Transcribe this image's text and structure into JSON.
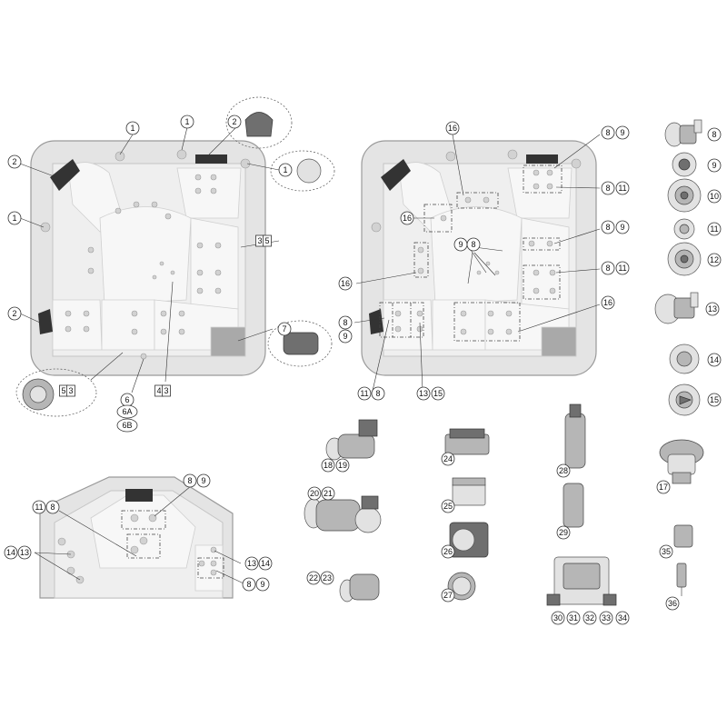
{
  "callouts": {
    "spa1": [
      {
        "text": "1"
      },
      {
        "text": "1"
      },
      {
        "text": "2"
      },
      {
        "text": "2"
      },
      {
        "text": "1"
      },
      {
        "text": "1"
      },
      {
        "text": "2"
      },
      {
        "text": "3"
      },
      {
        "text": "5"
      },
      {
        "text": "7"
      },
      {
        "text": "5"
      },
      {
        "text": "3"
      },
      {
        "text": "6"
      },
      {
        "text": "6A"
      },
      {
        "text": "6B"
      },
      {
        "text": "4"
      },
      {
        "text": "3"
      }
    ],
    "spa2": [
      {
        "text": "16"
      },
      {
        "text": "8"
      },
      {
        "text": "9"
      },
      {
        "text": "8"
      },
      {
        "text": "11"
      },
      {
        "text": "16"
      },
      {
        "text": "8"
      },
      {
        "text": "9"
      },
      {
        "text": "9"
      },
      {
        "text": "8"
      },
      {
        "text": "8"
      },
      {
        "text": "11"
      },
      {
        "text": "16"
      },
      {
        "text": "16"
      },
      {
        "text": "8"
      },
      {
        "text": "9"
      },
      {
        "text": "11"
      },
      {
        "text": "8"
      },
      {
        "text": "13"
      },
      {
        "text": "15"
      }
    ],
    "corner": [
      {
        "text": "8"
      },
      {
        "text": "9"
      },
      {
        "text": "11"
      },
      {
        "text": "8"
      },
      {
        "text": "14"
      },
      {
        "text": "13"
      },
      {
        "text": "13"
      },
      {
        "text": "14"
      },
      {
        "text": "8"
      },
      {
        "text": "9"
      }
    ],
    "jets": [
      {
        "text": "8"
      },
      {
        "text": "9"
      },
      {
        "text": "10"
      },
      {
        "text": "11"
      },
      {
        "text": "12"
      },
      {
        "text": "13"
      },
      {
        "text": "14"
      },
      {
        "text": "15"
      },
      {
        "text": "17"
      }
    ],
    "equipment": [
      {
        "text": "18"
      },
      {
        "text": "19"
      },
      {
        "text": "20"
      },
      {
        "text": "21"
      },
      {
        "text": "22"
      },
      {
        "text": "23"
      },
      {
        "text": "24"
      },
      {
        "text": "25"
      },
      {
        "text": "26"
      },
      {
        "text": "27"
      },
      {
        "text": "28"
      },
      {
        "text": "29"
      },
      {
        "text": "30"
      },
      {
        "text": "31"
      },
      {
        "text": "32"
      },
      {
        "text": "33"
      },
      {
        "text": "34"
      },
      {
        "text": "35"
      },
      {
        "text": "36"
      }
    ]
  }
}
